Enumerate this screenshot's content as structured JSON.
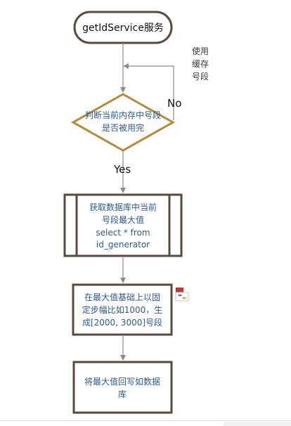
{
  "nodes": {
    "start": {
      "label": "getIdService服务"
    },
    "decision": {
      "lines": [
        "判断当前内存中号段",
        "是否被用完"
      ]
    },
    "process1": {
      "lines": [
        "获取数据库中当前",
        "号段最大值",
        "select * from",
        "id_generator"
      ]
    },
    "process2": {
      "lines": [
        "在最大值基础上以固",
        "定步幅比如1000，生",
        "成[2000, 3000]号段"
      ]
    },
    "process3": {
      "lines": [
        "将最大值回写如数据",
        "库"
      ]
    }
  },
  "edges": {
    "no_label": "No",
    "yes_label": "Yes"
  },
  "note": {
    "lines": [
      "使用",
      "缓存",
      "号段"
    ]
  },
  "colors": {
    "stroke_dark": "#5b4a42",
    "stroke_gold": "#b48a3a",
    "text_blue": "#2d5a8f",
    "arrow": "#8c8c8c"
  }
}
